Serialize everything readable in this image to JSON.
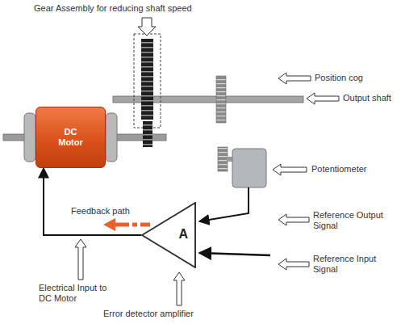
{
  "diagram": {
    "nodes": [
      {
        "text": [
          "DC Motor"
        ]
      },
      {
        "text": [
          "A"
        ]
      }
    ],
    "edges": [
      {
        "from": 1,
        "to": 0,
        "arrow": "to"
      }
    ],
    "labels": [
      "Gear Assembly for reducing shaft speed",
      "Position cog",
      "Output shaft",
      "Potentiometer",
      "Reference Output Signal",
      "Feedback path",
      "Reference Input Signal",
      "Electrical Input to DC Motor",
      "Error detector amplifier"
    ]
  }
}
